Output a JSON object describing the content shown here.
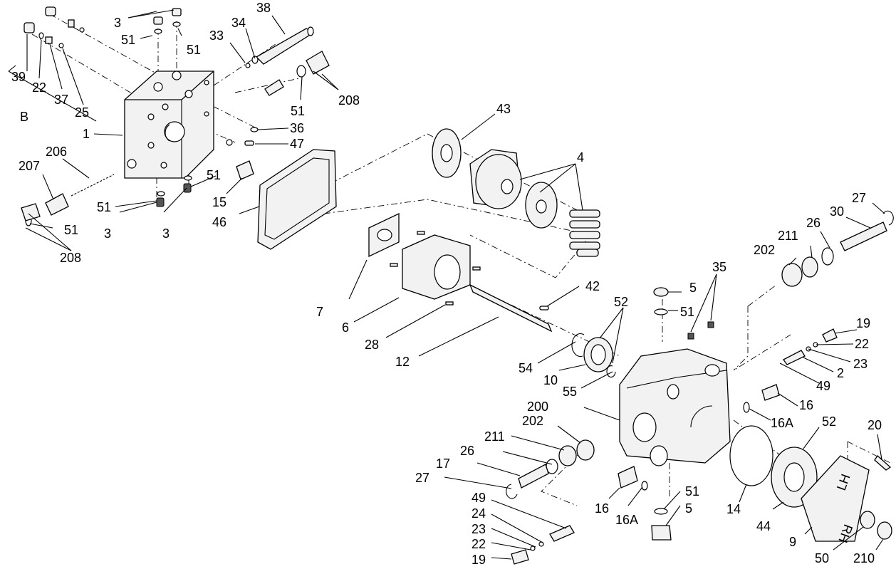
{
  "diagram": {
    "callouts": [
      {
        "id": "c-3a",
        "text": "3"
      },
      {
        "id": "c-51a",
        "text": "51"
      },
      {
        "id": "c-51b",
        "text": "51"
      },
      {
        "id": "c-33",
        "text": "33"
      },
      {
        "id": "c-34",
        "text": "34"
      },
      {
        "id": "c-38",
        "text": "38"
      },
      {
        "id": "c-39",
        "text": "39"
      },
      {
        "id": "c-22a",
        "text": "22"
      },
      {
        "id": "c-37",
        "text": "37"
      },
      {
        "id": "c-25",
        "text": "25"
      },
      {
        "id": "c-B",
        "text": "B"
      },
      {
        "id": "c-1",
        "text": "1"
      },
      {
        "id": "c-51c",
        "text": "51"
      },
      {
        "id": "c-208a",
        "text": "208"
      },
      {
        "id": "c-36",
        "text": "36"
      },
      {
        "id": "c-47",
        "text": "47"
      },
      {
        "id": "c-43",
        "text": "43"
      },
      {
        "id": "c-206",
        "text": "206"
      },
      {
        "id": "c-207",
        "text": "207"
      },
      {
        "id": "c-51d",
        "text": "51"
      },
      {
        "id": "c-15",
        "text": "15"
      },
      {
        "id": "c-4",
        "text": "4"
      },
      {
        "id": "c-51e",
        "text": "51"
      },
      {
        "id": "c-3b",
        "text": "3"
      },
      {
        "id": "c-3c",
        "text": "3"
      },
      {
        "id": "c-46",
        "text": "46"
      },
      {
        "id": "c-51f",
        "text": "51"
      },
      {
        "id": "c-208b",
        "text": "208"
      },
      {
        "id": "c-27a",
        "text": "27"
      },
      {
        "id": "c-30",
        "text": "30"
      },
      {
        "id": "c-26a",
        "text": "26"
      },
      {
        "id": "c-211a",
        "text": "211"
      },
      {
        "id": "c-202a",
        "text": "202"
      },
      {
        "id": "c-35",
        "text": "35"
      },
      {
        "id": "c-5a",
        "text": "5"
      },
      {
        "id": "c-51g",
        "text": "51"
      },
      {
        "id": "c-7",
        "text": "7"
      },
      {
        "id": "c-42",
        "text": "42"
      },
      {
        "id": "c-52a",
        "text": "52"
      },
      {
        "id": "c-6",
        "text": "6"
      },
      {
        "id": "c-28",
        "text": "28"
      },
      {
        "id": "c-12",
        "text": "12"
      },
      {
        "id": "c-19a",
        "text": "19"
      },
      {
        "id": "c-22b",
        "text": "22"
      },
      {
        "id": "c-23a",
        "text": "23"
      },
      {
        "id": "c-2",
        "text": "2"
      },
      {
        "id": "c-49a",
        "text": "49"
      },
      {
        "id": "c-54",
        "text": "54"
      },
      {
        "id": "c-10",
        "text": "10"
      },
      {
        "id": "c-55",
        "text": "55"
      },
      {
        "id": "c-200",
        "text": "200"
      },
      {
        "id": "c-16a",
        "text": "16"
      },
      {
        "id": "c-16A-a",
        "text": "16A"
      },
      {
        "id": "c-52b",
        "text": "52"
      },
      {
        "id": "c-202b",
        "text": "202"
      },
      {
        "id": "c-20",
        "text": "20"
      },
      {
        "id": "c-211b",
        "text": "211"
      },
      {
        "id": "c-26b",
        "text": "26"
      },
      {
        "id": "c-17",
        "text": "17"
      },
      {
        "id": "c-27b",
        "text": "27"
      },
      {
        "id": "c-51h",
        "text": "51"
      },
      {
        "id": "c-5b",
        "text": "5"
      },
      {
        "id": "c-16b",
        "text": "16"
      },
      {
        "id": "c-16A-b",
        "text": "16A"
      },
      {
        "id": "c-14",
        "text": "14"
      },
      {
        "id": "c-44",
        "text": "44"
      },
      {
        "id": "c-9",
        "text": "9"
      },
      {
        "id": "c-50",
        "text": "50"
      },
      {
        "id": "c-210",
        "text": "210"
      },
      {
        "id": "c-49b",
        "text": "49"
      },
      {
        "id": "c-24",
        "text": "24"
      },
      {
        "id": "c-23b",
        "text": "23"
      },
      {
        "id": "c-22c",
        "text": "22"
      },
      {
        "id": "c-19b",
        "text": "19"
      }
    ],
    "cover_markings": {
      "lh": "LH",
      "rh": "RH"
    }
  }
}
